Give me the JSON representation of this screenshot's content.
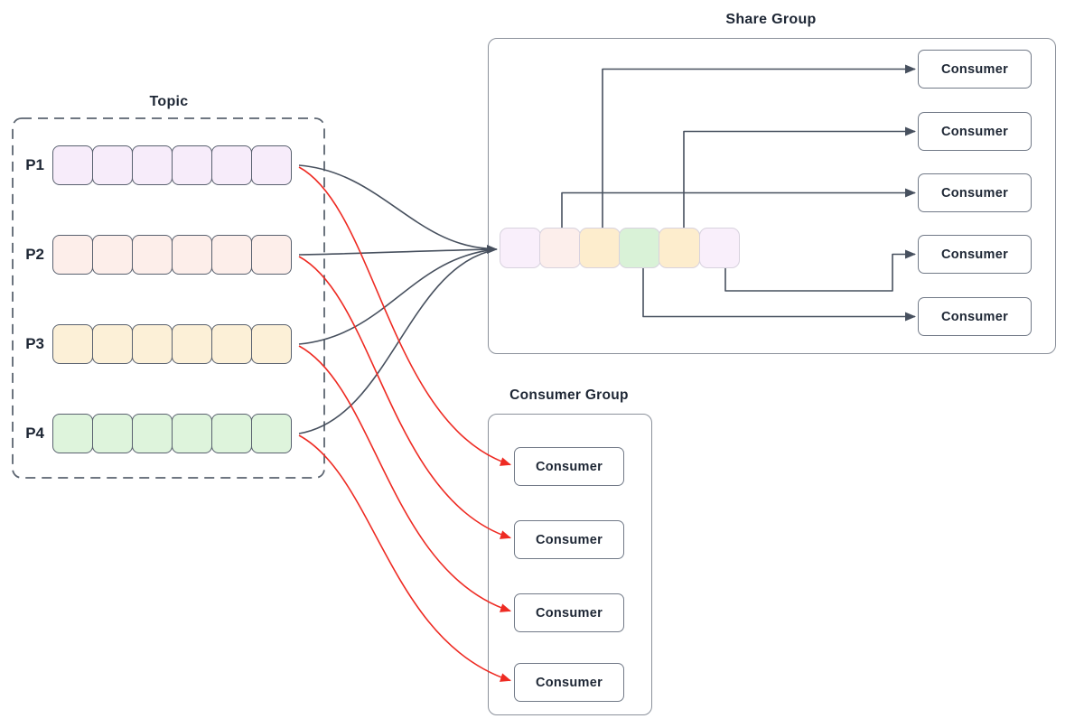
{
  "diagram": {
    "topic": {
      "title": "Topic",
      "partitions": [
        {
          "label": "P1",
          "color": "#f7ecfa",
          "cells": 6
        },
        {
          "label": "P2",
          "color": "#fdeeea",
          "cells": 6
        },
        {
          "label": "P3",
          "color": "#fcf0d7",
          "cells": 6
        },
        {
          "label": "P4",
          "color": "#def4dc",
          "cells": 6
        }
      ]
    },
    "share_group": {
      "title": "Share Group",
      "queue_cells": [
        "#f9effb",
        "#fceeeb",
        "#fdedcd",
        "#d9f2d7",
        "#fdedcd",
        "#f9effb"
      ],
      "consumers": [
        "Consumer",
        "Consumer",
        "Consumer",
        "Consumer",
        "Consumer"
      ]
    },
    "consumer_group": {
      "title": "Consumer Group",
      "consumers": [
        "Consumer",
        "Consumer",
        "Consumer",
        "Consumer"
      ]
    }
  },
  "colors": {
    "text": "#1d2634",
    "connector": "#47505e",
    "highlight": "#ee2b23",
    "box_border": "#717987",
    "group_border": "#8b919b",
    "group_dash": "#5b6470",
    "cell_border_dark": "#59616f",
    "cell_border_light": "#d8d2de"
  }
}
